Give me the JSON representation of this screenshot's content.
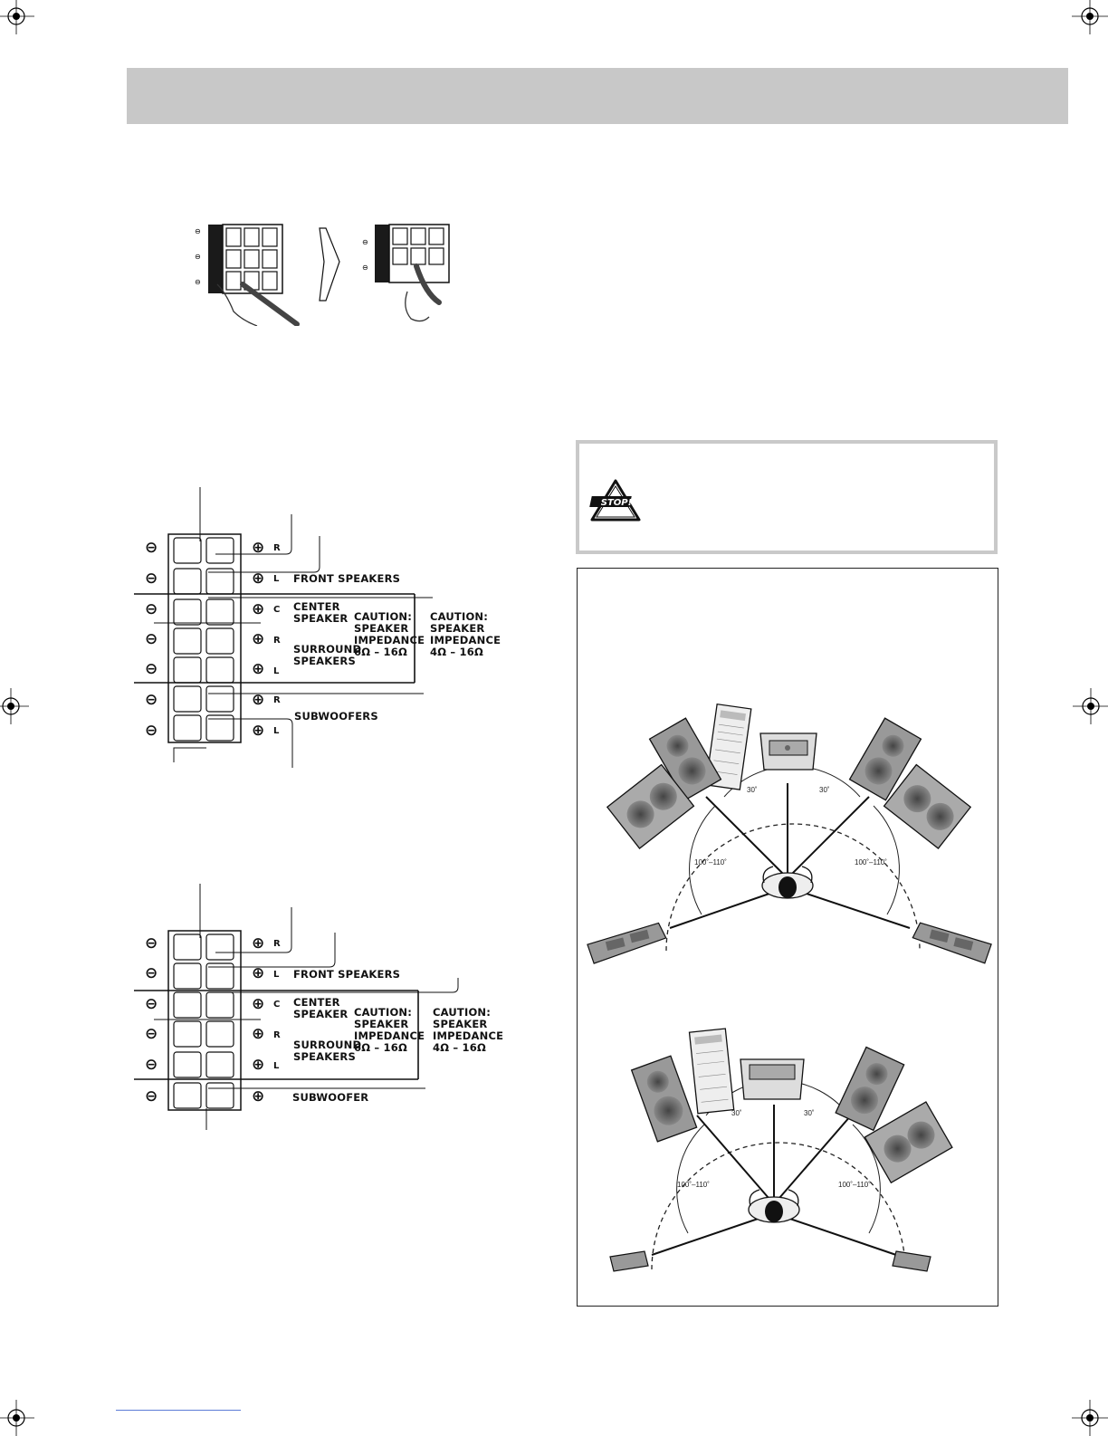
{
  "terminal_diagram_1": {
    "rows": [
      {
        "minus": "⊖",
        "plus": "⊕",
        "ch": "R"
      },
      {
        "minus": "⊖",
        "plus": "⊕",
        "ch": "L"
      },
      {
        "minus": "⊖",
        "plus": "⊕",
        "ch": "C"
      },
      {
        "minus": "⊖",
        "plus": "⊕",
        "ch": "R"
      },
      {
        "minus": "⊖",
        "plus": "⊕",
        "ch": "L"
      },
      {
        "minus": "⊖",
        "plus": "⊕",
        "ch": "R"
      },
      {
        "minus": "⊖",
        "plus": "⊕",
        "ch": "L"
      }
    ],
    "front_speakers": "FRONT SPEAKERS",
    "center_speaker": "CENTER\nSPEAKER",
    "surround_speakers": "SURROUND\nSPEAKERS",
    "subwoofers": "SUBWOOFERS",
    "caution_6_16": "CAUTION:\nSPEAKER\nIMPEDANCE\n6Ω – 16Ω",
    "caution_4_16": "CAUTION:\nSPEAKER\nIMPEDANCE\n4Ω – 16Ω"
  },
  "terminal_diagram_2": {
    "rows": [
      {
        "minus": "⊖",
        "plus": "⊕",
        "ch": "R"
      },
      {
        "minus": "⊖",
        "plus": "⊕",
        "ch": "L"
      },
      {
        "minus": "⊖",
        "plus": "⊕",
        "ch": "C"
      },
      {
        "minus": "⊖",
        "plus": "⊕",
        "ch": "R"
      },
      {
        "minus": "⊖",
        "plus": "⊕",
        "ch": "L"
      },
      {
        "minus": "⊖",
        "plus": "⊕",
        "ch": ""
      }
    ],
    "front_speakers": "FRONT SPEAKERS",
    "center_speaker": "CENTER\nSPEAKER",
    "surround_speakers": "SURROUND\nSPEAKERS",
    "subwoofer": "SUBWOOFER",
    "caution_6_16": "CAUTION:\nSPEAKER\nIMPEDANCE\n6Ω – 16Ω",
    "caution_4_16": "CAUTION:\nSPEAKER\nIMPEDANCE\n4Ω – 16Ω"
  },
  "stop_icon": {
    "text": "STOP!"
  },
  "layout_top": {
    "angle_left": "30˚",
    "angle_right": "30˚",
    "wide_left": "100˚–110˚",
    "wide_right": "100˚–110˚"
  },
  "layout_bottom": {
    "angle_left": "30˚",
    "angle_right": "30˚",
    "wide_left": "100˚–110˚",
    "wide_right": "100˚–110˚"
  },
  "colors": {
    "header_band": "#c8c8c8",
    "stop_border": "#c9c9c9",
    "footer_link_line": "#5b7bd6"
  }
}
